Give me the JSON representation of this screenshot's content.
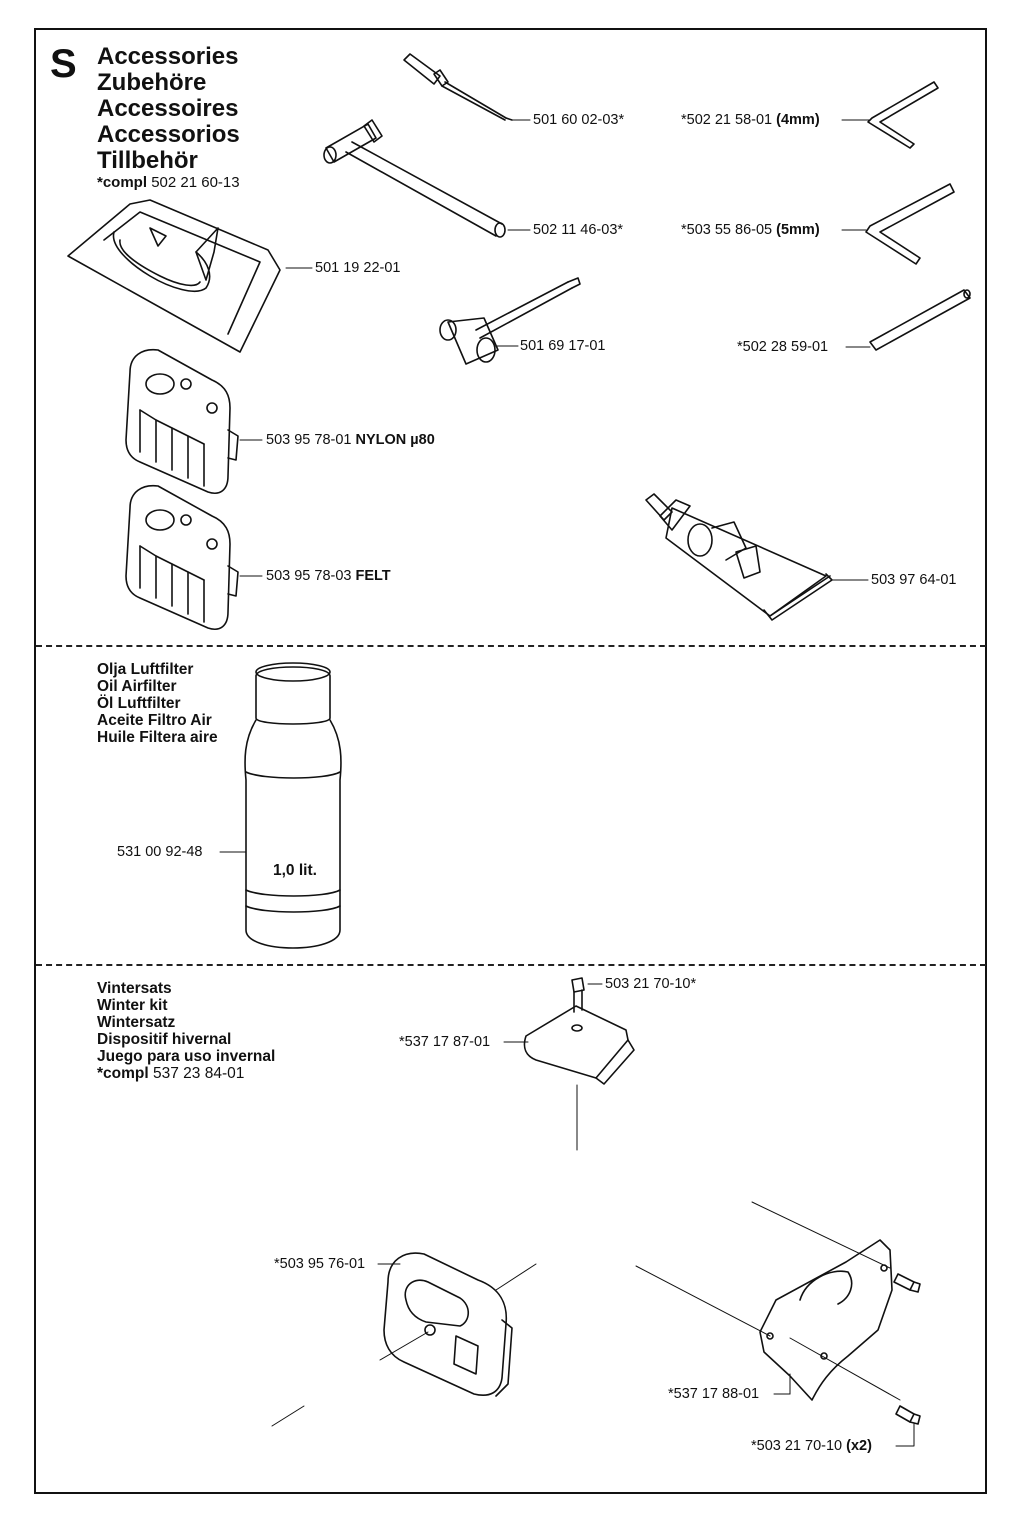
{
  "section": {
    "letter": "S",
    "titles": [
      "Accessories",
      "Zubehöre",
      "Accessoires",
      "Accessorios",
      "Tillbehör"
    ],
    "compl_label": "*compl",
    "compl_number": "502 21 60-13"
  },
  "accessories": {
    "pin": "501 60 02-03*",
    "hex_key_4": "*502 21 58-01",
    "hex_key_4_size": "(4mm)",
    "t_wrench": "502 11 46-03*",
    "hex_key_5": "*503 55 86-05",
    "hex_key_5_size": "(5mm)",
    "bag": "501 19 22-01",
    "plug_wrench": "501 69 17-01",
    "rod": "*502 28 59-01",
    "filter_nylon": "503 95 78-01",
    "filter_nylon_label": "NYLON µ80",
    "filter_felt": "503 95 78-03",
    "filter_felt_label": "FELT",
    "grease": "503 97 64-01"
  },
  "oil": {
    "headings": [
      "Olja Luftfilter",
      "Oil Airfilter",
      "Öl Luftfilter",
      "Aceite Filtro Air",
      "Huile Filtera aire"
    ],
    "part": "531 00 92-48",
    "volume": "1,0 lit."
  },
  "winter": {
    "headings": [
      "Vintersats",
      "Winter kit",
      "Wintersatz",
      "Dispositif hivernal",
      "Juego para uso invernal"
    ],
    "compl_label": "*compl",
    "compl_number": "537 23 84-01",
    "screw_top": "503 21 70-10*",
    "plate": "*537 17 87-01",
    "filter_cover": "*503 95 76-01",
    "housing": "*537 17 88-01",
    "screws": "*503 21 70-10",
    "screws_qty": "(x2)"
  }
}
